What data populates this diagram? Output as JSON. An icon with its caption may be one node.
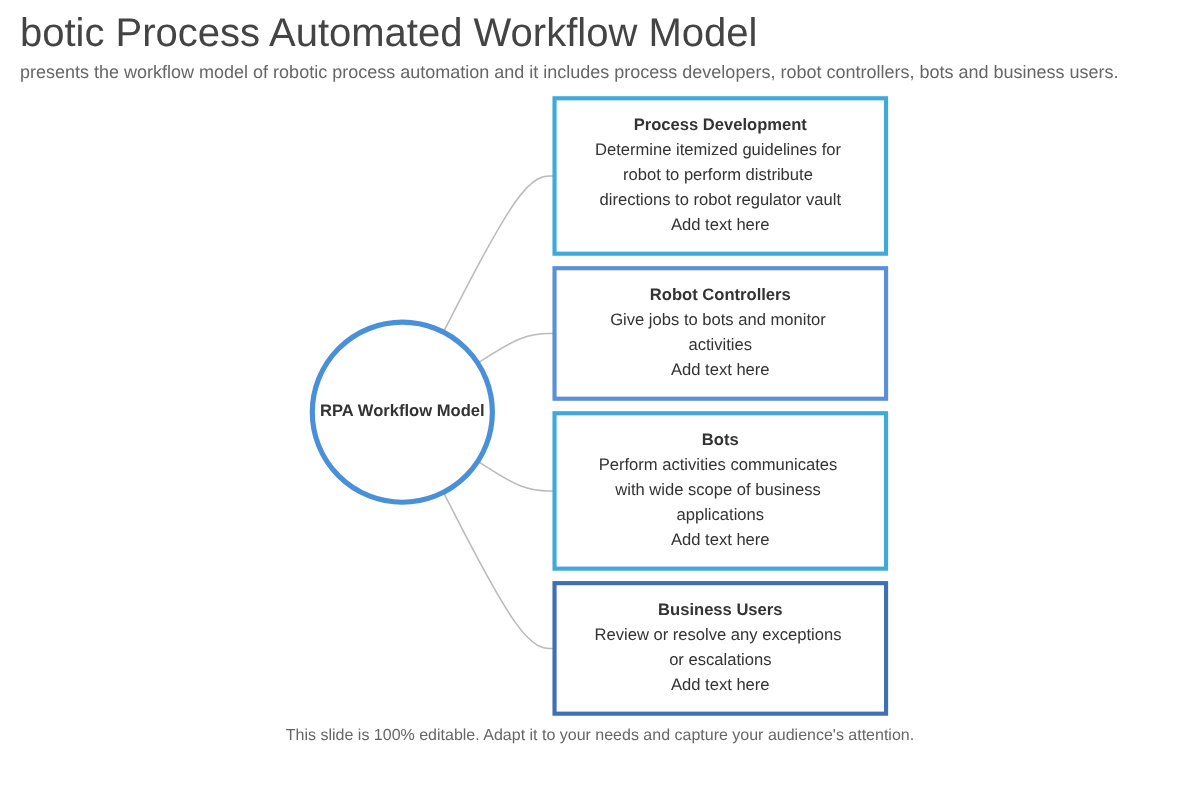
{
  "diagram": {
    "title": "botic Process Automated Workflow Model",
    "caption": "presents the workflow model of robotic process automation and it includes process developers, robot controllers, bots and business users.",
    "nodes": [
      {
        "text": [
          "RPA Workflow Model"
        ]
      },
      {
        "text": [
          "Process Development",
          "Determine itemized guidelines for robot to perform distribute directions to robot regulator vault",
          "Add text here"
        ]
      },
      {
        "text": [
          "Robot Controllers",
          "Give jobs to bots and monitor activities",
          "Add text here"
        ]
      },
      {
        "text": [
          "Bots",
          "Perform activities communicates with wide scope of business applications",
          "Add text here"
        ]
      },
      {
        "text": [
          "Business Users",
          "Review or resolve any exceptions or escalations",
          "Add text here"
        ]
      }
    ],
    "edges": [
      {
        "from": 0,
        "to": 1,
        "arrow": "none"
      },
      {
        "from": 0,
        "to": 2,
        "arrow": "none"
      },
      {
        "from": 0,
        "to": 3,
        "arrow": "none"
      },
      {
        "from": 0,
        "to": 4,
        "arrow": "none"
      }
    ],
    "labels": [
      "This slide is 100% editable. Adapt it to your needs and capture your audience's attention."
    ]
  }
}
